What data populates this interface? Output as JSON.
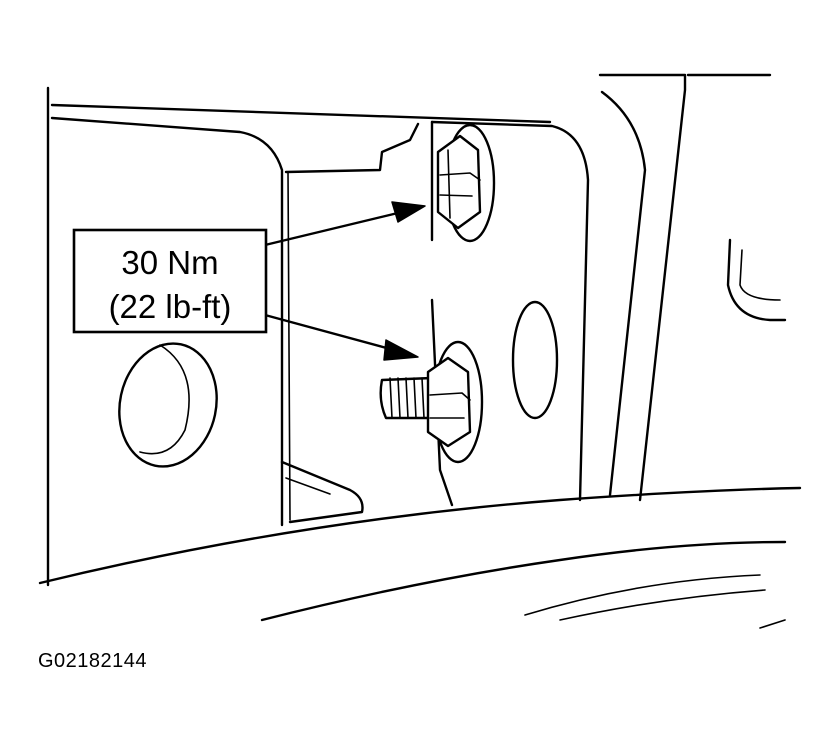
{
  "callout": {
    "torque_nm": "30 Nm",
    "torque_lbft": "(22 lb-ft)"
  },
  "figure_id": "G02182144"
}
